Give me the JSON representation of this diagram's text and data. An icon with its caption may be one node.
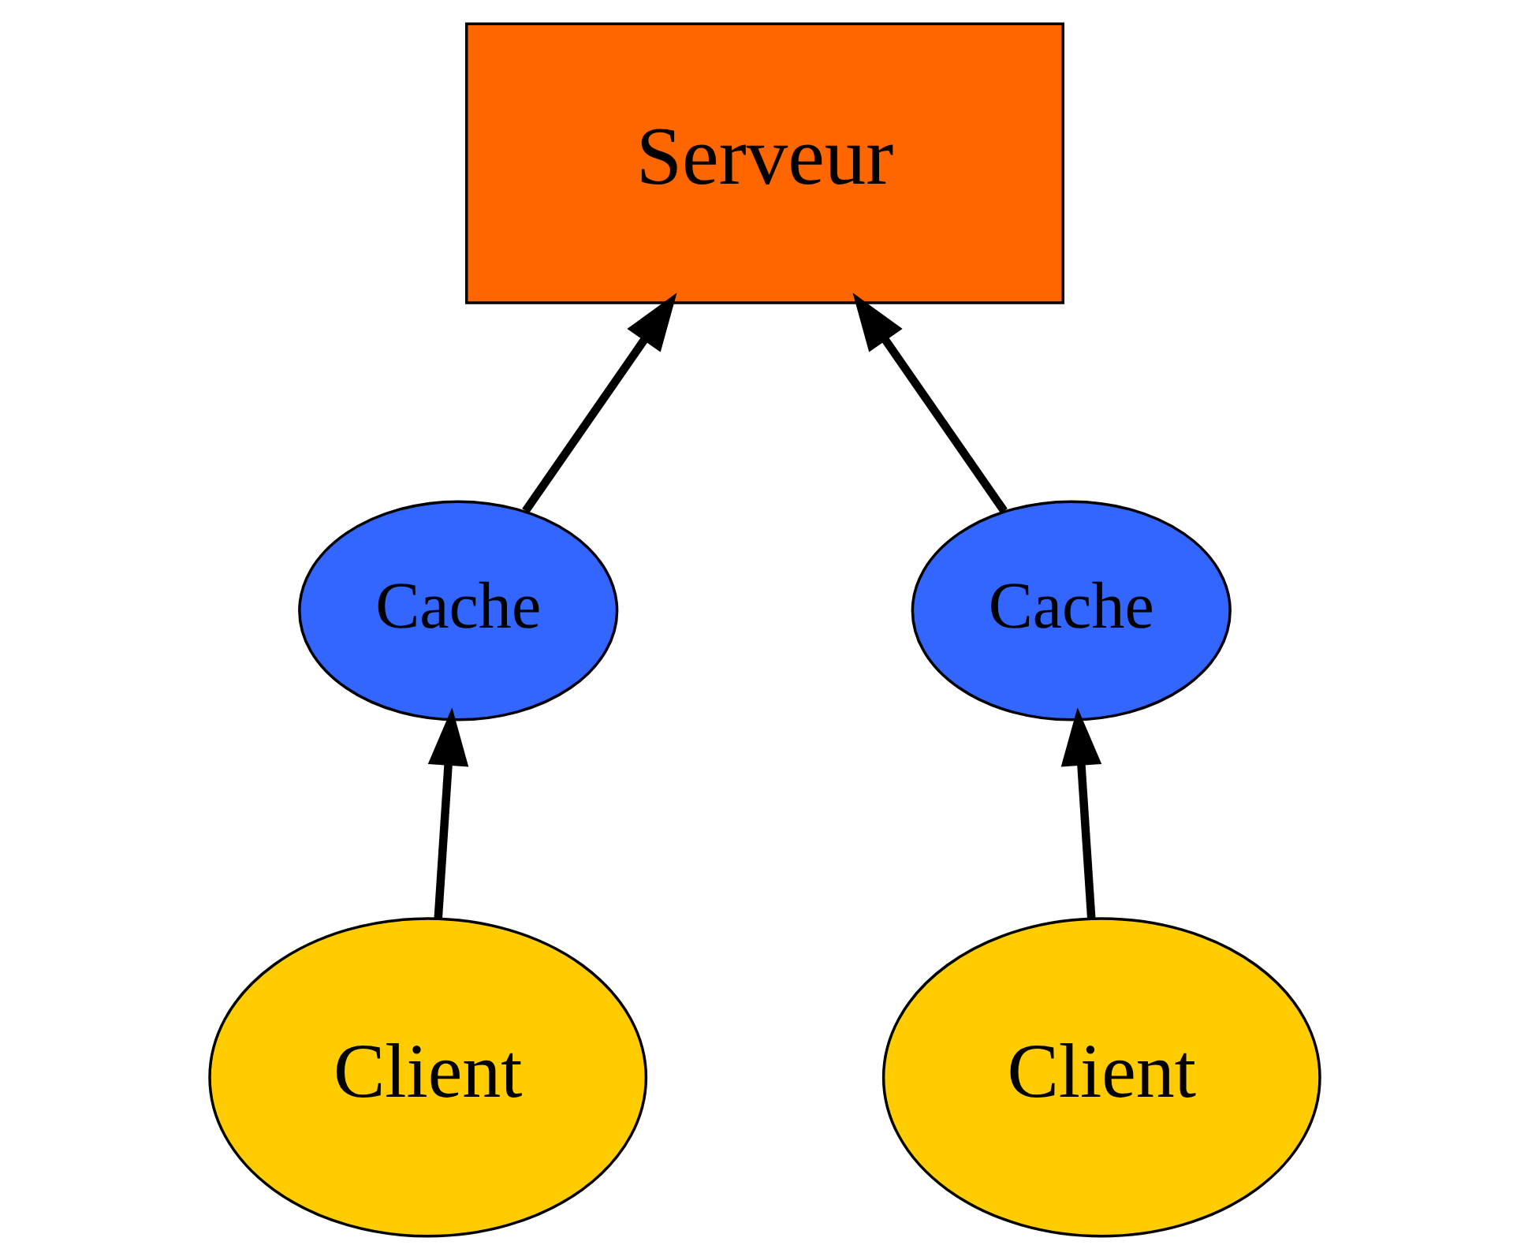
{
  "diagram": {
    "nodes": [
      {
        "text": [
          "Serveur"
        ]
      },
      {
        "text": [
          "Client"
        ]
      },
      {
        "text": [
          "Cache"
        ]
      },
      {
        "text": [
          "Client"
        ]
      },
      {
        "text": [
          "Cache"
        ]
      }
    ],
    "edges": [
      {
        "from": 1,
        "to": 2,
        "arrow": "to"
      },
      {
        "from": 2,
        "to": 0,
        "arrow": "to"
      },
      {
        "from": 3,
        "to": 4,
        "arrow": "to"
      },
      {
        "from": 4,
        "to": 0,
        "arrow": "to"
      }
    ]
  }
}
